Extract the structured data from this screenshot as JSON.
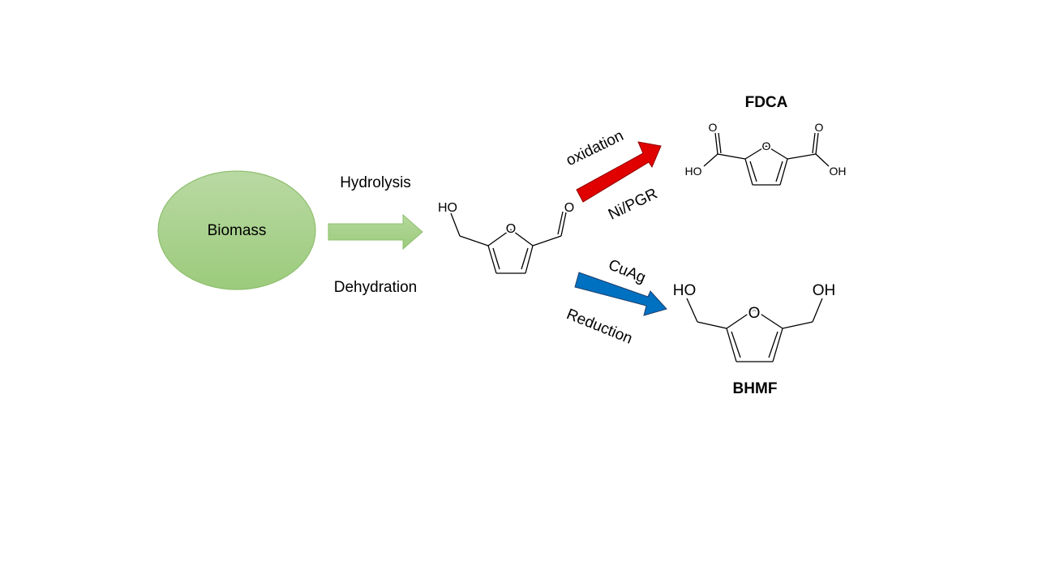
{
  "biomass": {
    "label": "Biomass",
    "fill_color": "#a9d18e",
    "stroke_color": "#8fbf6e"
  },
  "step1": {
    "top_label": "Hydrolysis",
    "bottom_label": "Dehydration",
    "arrow_color": "#a9d18e"
  },
  "hmf": {
    "ho_label": "HO",
    "ring_o_label": "O",
    "aldehyde_o_label": "O"
  },
  "oxidation": {
    "label": "oxidation",
    "catalyst": "Ni/PGR",
    "arrow_color": "#e00000"
  },
  "reduction": {
    "label": "Reduction",
    "catalyst": "CuAg",
    "arrow_color": "#0070c0"
  },
  "fdca": {
    "title": "FDCA",
    "left_o_label": "O",
    "right_o_label": "O",
    "ring_o_label": "O",
    "left_ho_label": "HO",
    "right_oh_label": "OH"
  },
  "bhmf": {
    "title": "BHMF",
    "ho_label": "HO",
    "oh_label": "OH",
    "ring_o_label": "O"
  }
}
